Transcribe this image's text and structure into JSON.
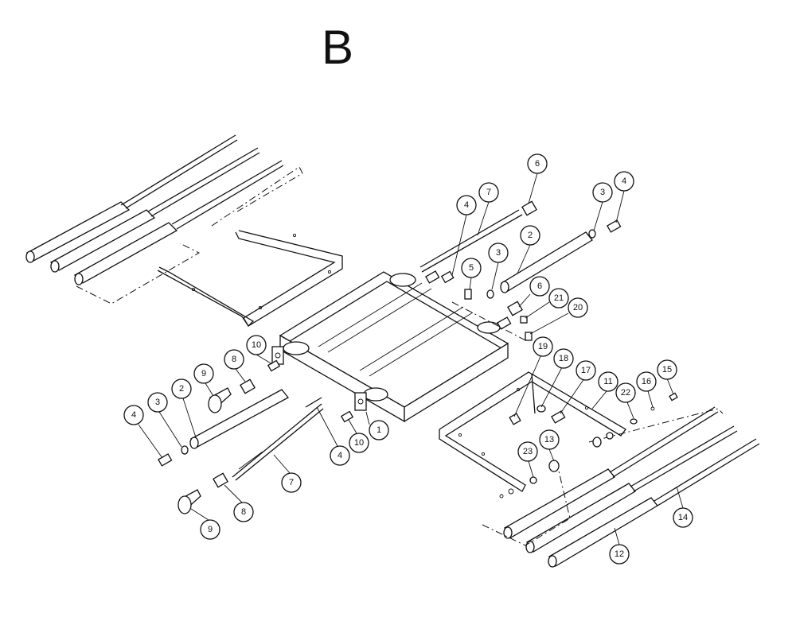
{
  "title": "B",
  "callouts": [
    {
      "id": "c-6a",
      "label": "6"
    },
    {
      "id": "c-7a",
      "label": "7"
    },
    {
      "id": "c-4a",
      "label": "4"
    },
    {
      "id": "c-3a",
      "label": "3"
    },
    {
      "id": "c-4b",
      "label": "4"
    },
    {
      "id": "c-2a",
      "label": "2"
    },
    {
      "id": "c-3b",
      "label": "3"
    },
    {
      "id": "c-5",
      "label": "5"
    },
    {
      "id": "c-6b",
      "label": "6"
    },
    {
      "id": "c-21",
      "label": "21"
    },
    {
      "id": "c-20",
      "label": "20"
    },
    {
      "id": "c-10a",
      "label": "10"
    },
    {
      "id": "c-8a",
      "label": "8"
    },
    {
      "id": "c-9a",
      "label": "9"
    },
    {
      "id": "c-2b",
      "label": "2"
    },
    {
      "id": "c-3c",
      "label": "3"
    },
    {
      "id": "c-4c",
      "label": "4"
    },
    {
      "id": "c-19",
      "label": "19"
    },
    {
      "id": "c-18",
      "label": "18"
    },
    {
      "id": "c-17",
      "label": "17"
    },
    {
      "id": "c-11",
      "label": "11"
    },
    {
      "id": "c-15",
      "label": "15"
    },
    {
      "id": "c-16",
      "label": "16"
    },
    {
      "id": "c-22",
      "label": "22"
    },
    {
      "id": "c-1",
      "label": "1"
    },
    {
      "id": "c-10b",
      "label": "10"
    },
    {
      "id": "c-4d",
      "label": "4"
    },
    {
      "id": "c-7b",
      "label": "7"
    },
    {
      "id": "c-8b",
      "label": "8"
    },
    {
      "id": "c-9b",
      "label": "9"
    },
    {
      "id": "c-13",
      "label": "13"
    },
    {
      "id": "c-23",
      "label": "23"
    },
    {
      "id": "c-14",
      "label": "14"
    },
    {
      "id": "c-12",
      "label": "12"
    }
  ]
}
